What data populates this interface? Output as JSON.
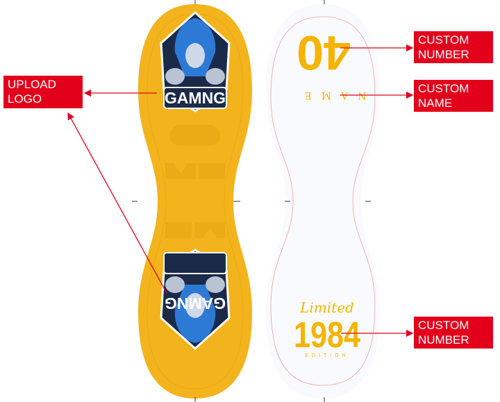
{
  "colors": {
    "accent": "#e3001b",
    "gold": "#f5b400",
    "shape_left": "#f2b31c",
    "shape_right": "#f8fafd"
  },
  "labels": {
    "upload_logo": [
      "UPLOAD",
      "LOGO"
    ],
    "custom_number_top": [
      "CUSTOM",
      "NUMBER"
    ],
    "custom_name": [
      "CUSTOM",
      "NAME"
    ],
    "custom_number_bottom": [
      "CUSTOM",
      "NUMBER"
    ]
  },
  "design": {
    "logo_text": "GAMNG",
    "number": "40",
    "name": "NAME",
    "limited": "Limited",
    "year": "1984",
    "edition": "EDITION"
  }
}
